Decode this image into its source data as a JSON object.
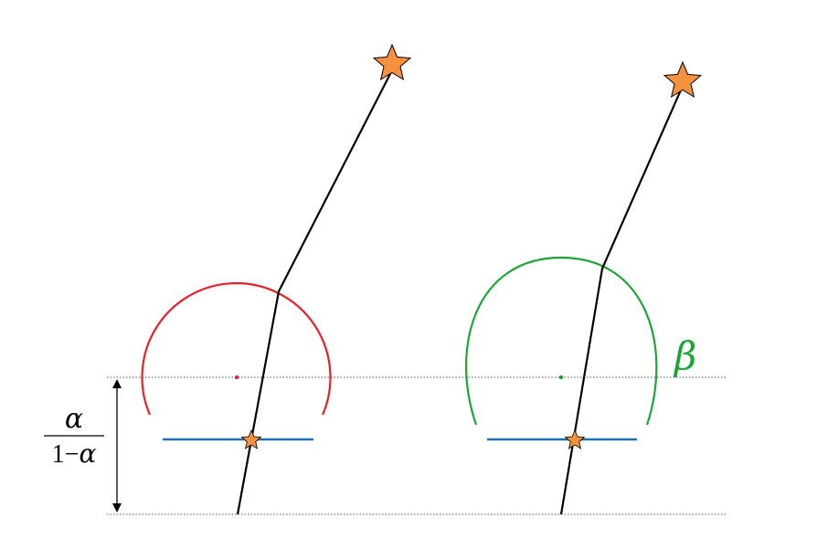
{
  "diagram": {
    "fraction_label": {
      "numerator": "α",
      "denominator_one": "1",
      "denominator_minus": "−",
      "denominator_alpha": "α"
    },
    "beta_label": "β",
    "colors": {
      "left_arc": "#e8202a",
      "right_arc": "#1aa635",
      "horizontal_segment": "#1f6fb4",
      "ray_path": "#000000",
      "star_fill": "#f7913d",
      "star_stroke": "#000000",
      "dotted_line": "#555555",
      "beta_text": "#1aa635"
    },
    "icons": {
      "star": "star-icon",
      "arrow": "double-headed-arrow-icon"
    }
  }
}
